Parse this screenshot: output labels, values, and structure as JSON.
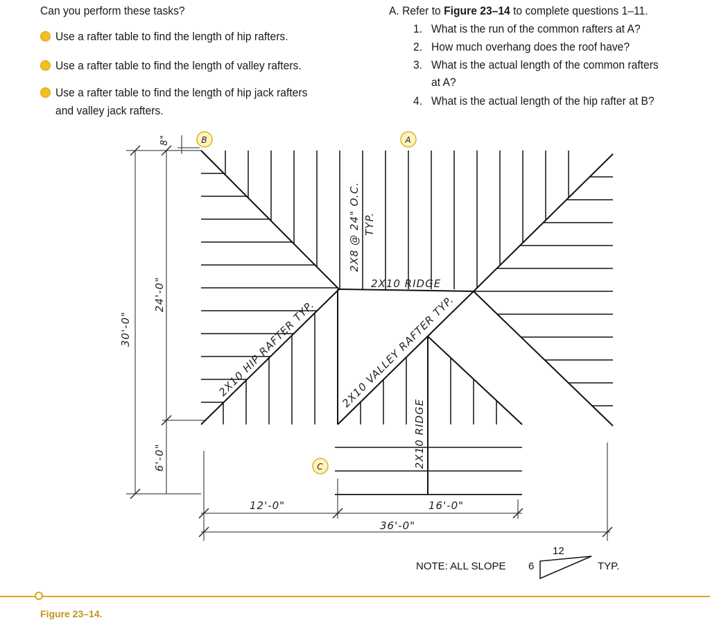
{
  "left_panel": {
    "heading": "Can you perform these tasks?",
    "bullets": [
      "Use a rafter table to find the length of hip rafters.",
      "Use a rafter table to find the length of valley rafters.",
      "Use a rafter table to find the length of hip jack rafters",
      "and valley jack rafters."
    ]
  },
  "right_panel": {
    "intro_prefix": "A.  Refer to ",
    "intro_bold": "Figure 23–14",
    "intro_suffix": " to complete questions 1–11.",
    "questions": [
      {
        "num": "1.",
        "text": "What is the run of the common rafters at A?"
      },
      {
        "num": "2.",
        "text": "How much overhang does the roof have?"
      },
      {
        "num": "3.",
        "text": "What is the actual length of the common rafters"
      },
      {
        "num": "",
        "text": "at A?"
      },
      {
        "num": "4.",
        "text": "What is the actual length of the hip rafter at B?"
      }
    ]
  },
  "drawing": {
    "point_labels": [
      "B",
      "A",
      "C"
    ],
    "dimensions": {
      "overhang": "8\"",
      "total_depth": "30'-0\"",
      "main_depth": "24'-0\"",
      "wing_depth": "6'-0\"",
      "left_width": "12'-0\"",
      "wing_width": "16'-0\"",
      "total_width": "36'-0\""
    },
    "callouts": {
      "rafter_spacing": "2X8 @ 24\" O.C.",
      "rafter_spacing_typ": "TYP.",
      "main_ridge": "2X10 RIDGE",
      "hip": "2X10 HIP RAFTER TYP.",
      "valley": "2X10 VALLEY RAFTER TYP.",
      "wing_ridge": "2X10 RIDGE"
    },
    "note": {
      "prefix": "NOTE: ALL SLOPE",
      "rise": "6",
      "run": "12",
      "suffix": "TYP."
    }
  },
  "caption": "Figure 23–14."
}
